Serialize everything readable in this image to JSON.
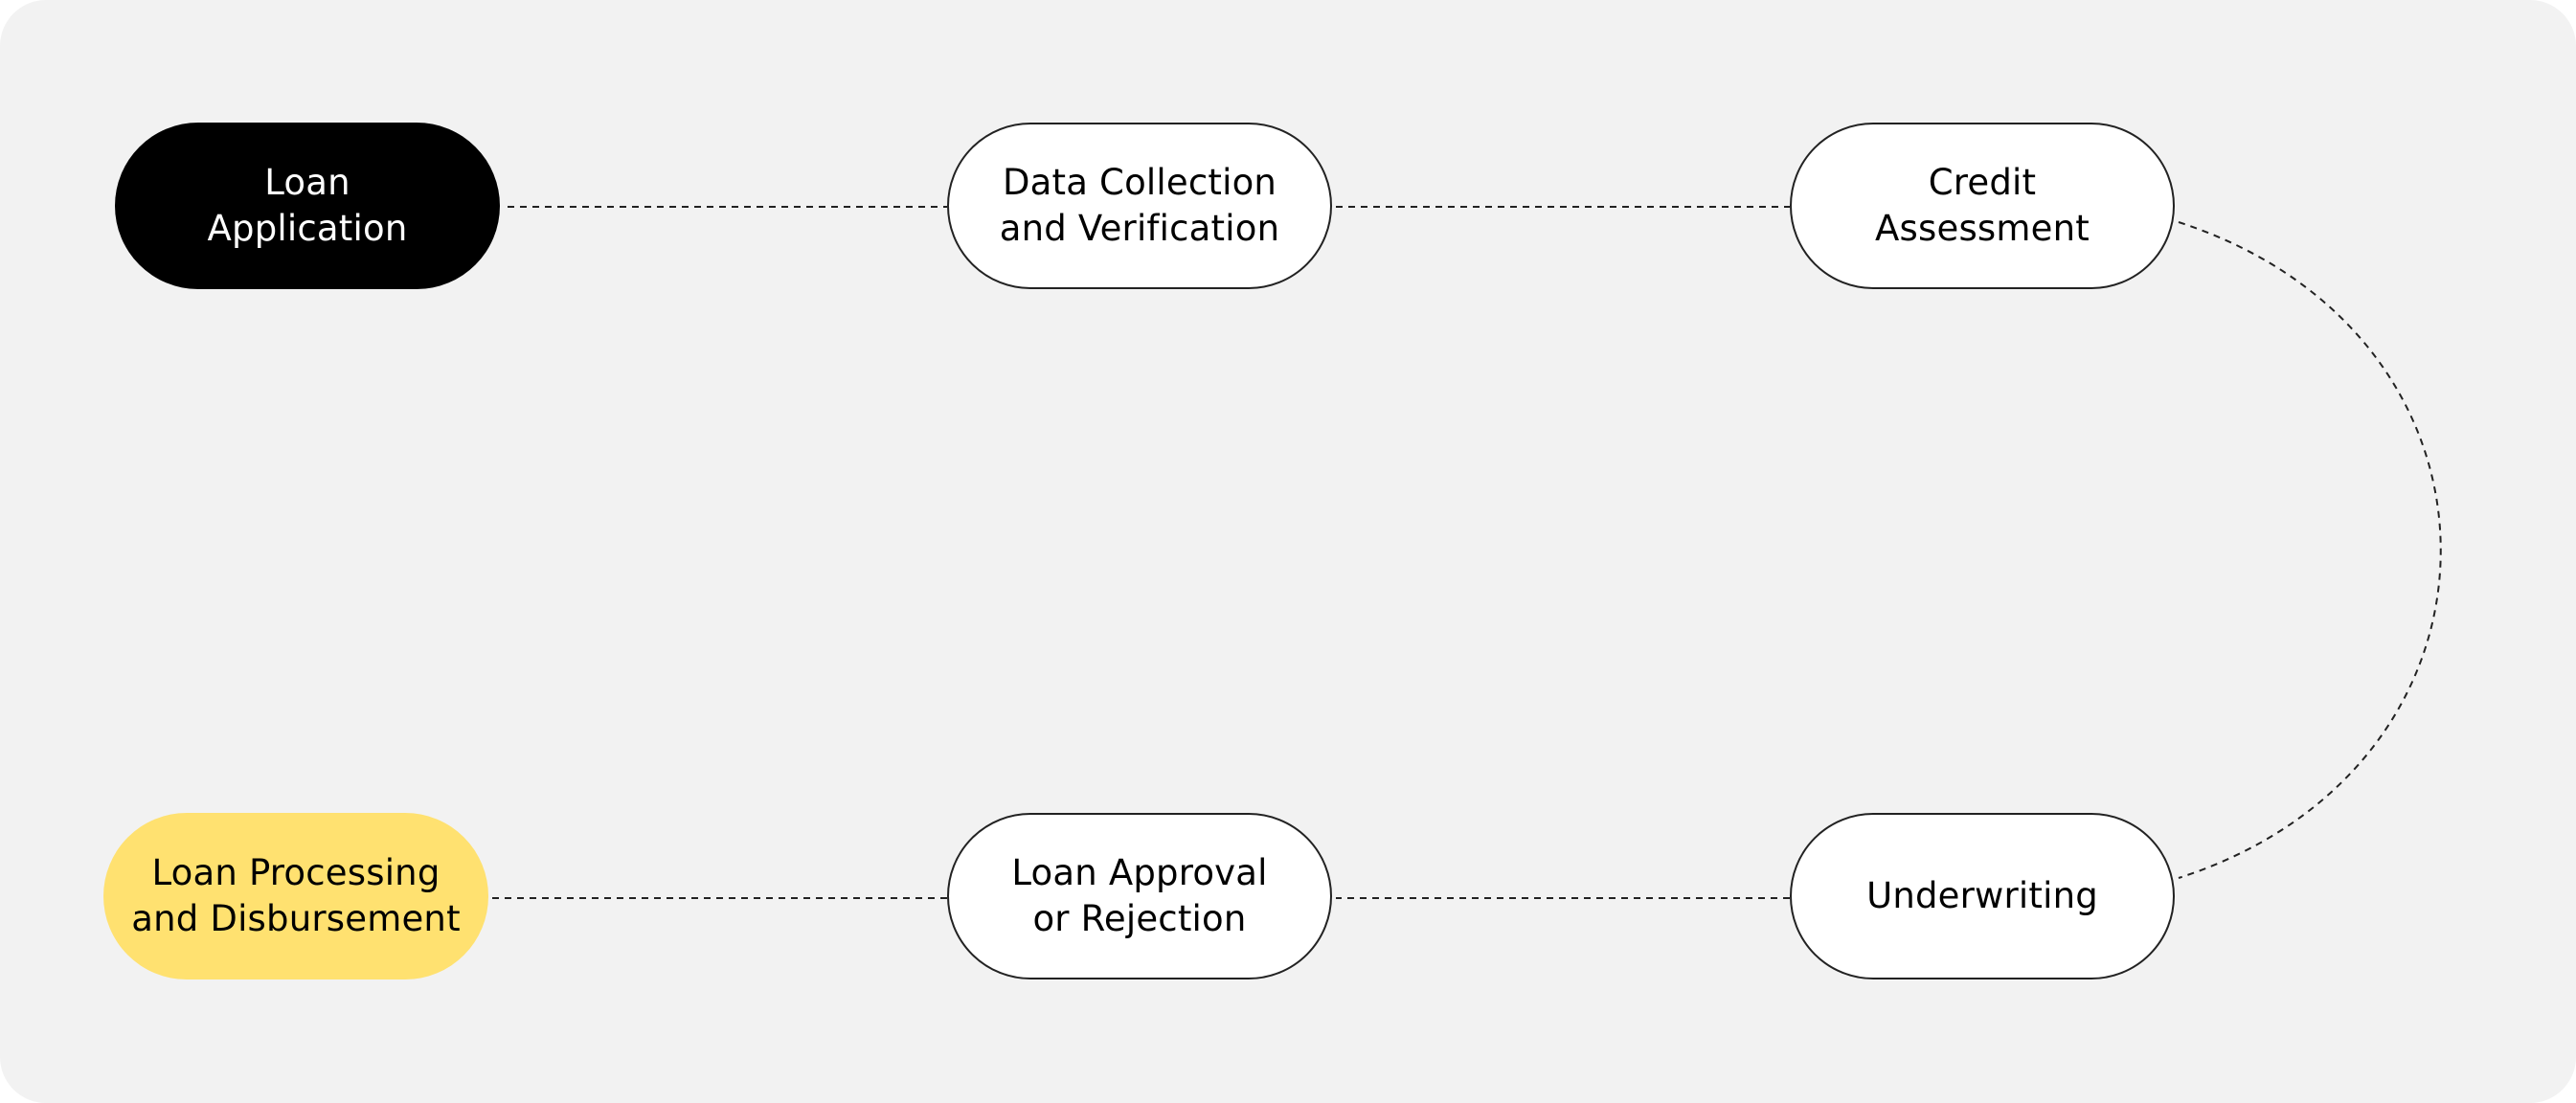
{
  "diagram": {
    "type": "process-flow",
    "nodes": [
      {
        "id": "loan-application",
        "label": "Loan\nApplication",
        "style": "dark",
        "fill": "#000000",
        "text_color": "#ffffff"
      },
      {
        "id": "data-collection",
        "label": "Data Collection\nand Verification",
        "style": "outline",
        "fill": "#ffffff",
        "text_color": "#000000"
      },
      {
        "id": "credit-assessment",
        "label": "Credit\nAssessment",
        "style": "outline",
        "fill": "#ffffff",
        "text_color": "#000000"
      },
      {
        "id": "underwriting",
        "label": "Underwriting",
        "style": "outline",
        "fill": "#ffffff",
        "text_color": "#000000"
      },
      {
        "id": "loan-approval",
        "label": "Loan Approval\nor Rejection",
        "style": "outline",
        "fill": "#ffffff",
        "text_color": "#000000"
      },
      {
        "id": "loan-processing",
        "label": "Loan Processing\nand Disbursement",
        "style": "highlight",
        "fill": "#ffe170",
        "text_color": "#000000"
      }
    ],
    "edges": [
      {
        "from": "loan-application",
        "to": "data-collection",
        "line": "dashed"
      },
      {
        "from": "data-collection",
        "to": "credit-assessment",
        "line": "dashed"
      },
      {
        "from": "credit-assessment",
        "to": "underwriting",
        "line": "dashed-curve"
      },
      {
        "from": "underwriting",
        "to": "loan-approval",
        "line": "dashed"
      },
      {
        "from": "loan-approval",
        "to": "loan-processing",
        "line": "dashed"
      }
    ]
  },
  "colors": {
    "background": "#f2f2f2",
    "connector": "#222222",
    "start_node": "#000000",
    "end_node": "#ffe170"
  }
}
